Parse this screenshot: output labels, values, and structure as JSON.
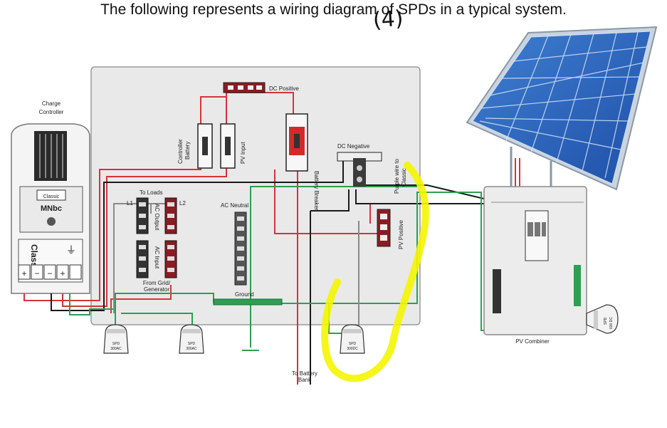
{
  "title": "The following represents a wiring diagram of SPDs in a typical system.",
  "handwritten_note": "(4)",
  "labels": {
    "charge_controller": [
      "Charge",
      "Controller"
    ],
    "dc_positive": "DC Positive",
    "dc_negative": "DC Negative",
    "controller_battery": [
      "Controller",
      "Battery"
    ],
    "pv_input": "PV Input",
    "battery_breaker": "Battery Breaker",
    "purple_wire": [
      "Purple wire to",
      "Classic"
    ],
    "to_loads": "To Loads",
    "l1": "L1",
    "l2": "L2",
    "ac_output": "AC Output",
    "ac_input": "AC Input",
    "from_grid": [
      "From Grid/",
      "Generator"
    ],
    "ac_neutral": "AC Neutral",
    "ground": "Ground",
    "pv_positive": "PV Positive",
    "to_battery_bank": [
      "To Battery",
      "Bank"
    ],
    "pv_combiner": "PV Combiner",
    "spd_ac_1": [
      "SPD",
      "300AC"
    ],
    "spd_ac_2": [
      "SPD",
      "300AC"
    ],
    "spd_dc": [
      "SPD",
      "300DC"
    ],
    "spd_pv": [
      "SPD",
      "600 DC"
    ],
    "classic_display": "Classic",
    "midnite_logo": "MNbc",
    "classic_vertical": "Classic"
  },
  "colors": {
    "positive_wire": "#d6333a",
    "negative_wire": "#1a1a1a",
    "ground_wire": "#2e9e52",
    "neutral_wire": "#8a8a8a",
    "highlight": "#f4f500",
    "enclosure": "#e9e9e9"
  }
}
